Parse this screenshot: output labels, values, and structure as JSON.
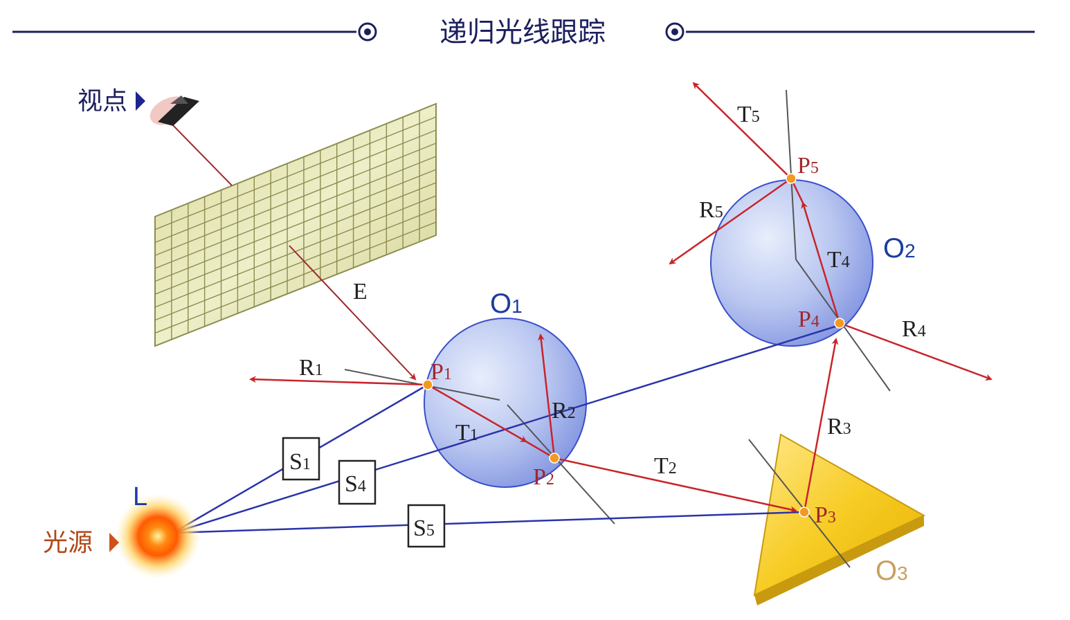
{
  "title": "递归光线跟踪",
  "viewpoint_label": "视点",
  "light_source_label": "光源",
  "light_symbol": "L",
  "eye_ray_label": "E",
  "objects": [
    {
      "id": "O1",
      "base": "O",
      "sub": "1"
    },
    {
      "id": "O2",
      "base": "O",
      "sub": "2"
    },
    {
      "id": "O3",
      "base": "O",
      "sub": "3"
    }
  ],
  "points": [
    {
      "id": "P1",
      "base": "P",
      "sub": "1"
    },
    {
      "id": "P2",
      "base": "P",
      "sub": "2"
    },
    {
      "id": "P3",
      "base": "P",
      "sub": "3"
    },
    {
      "id": "P4",
      "base": "P",
      "sub": "4"
    },
    {
      "id": "P5",
      "base": "P",
      "sub": "5"
    }
  ],
  "rays": [
    {
      "id": "R1",
      "base": "R",
      "sub": "1"
    },
    {
      "id": "R2",
      "base": "R",
      "sub": "2"
    },
    {
      "id": "R3",
      "base": "R",
      "sub": "3"
    },
    {
      "id": "R4",
      "base": "R",
      "sub": "4"
    },
    {
      "id": "R5",
      "base": "R",
      "sub": "5"
    },
    {
      "id": "T1",
      "base": "T",
      "sub": "1"
    },
    {
      "id": "T2",
      "base": "T",
      "sub": "2"
    },
    {
      "id": "T4",
      "base": "T",
      "sub": "4"
    },
    {
      "id": "T5",
      "base": "T",
      "sub": "5"
    }
  ],
  "shadow_rays": [
    {
      "id": "S1",
      "base": "S",
      "sub": "1"
    },
    {
      "id": "S4",
      "base": "S",
      "sub": "4"
    },
    {
      "id": "S5",
      "base": "S",
      "sub": "5"
    }
  ],
  "colors": {
    "title_text": "#1c1f5e",
    "divider_line": "#1c1f5e",
    "ray_red": "#c8242a",
    "ray_blue": "#2a34a8",
    "normal_line": "#555555",
    "screen_fill": "#d8d9a0",
    "sphere_fill": "#b9c6f0",
    "sphere_edge": "#3a4fc8",
    "prism_fill": "#f5cf2e",
    "point_fill": "#f39a1e",
    "point_label": "#a0282c",
    "object_label": "#1c3d9e",
    "o3_label": "#c9a060",
    "light_core": "#ff7a10"
  }
}
